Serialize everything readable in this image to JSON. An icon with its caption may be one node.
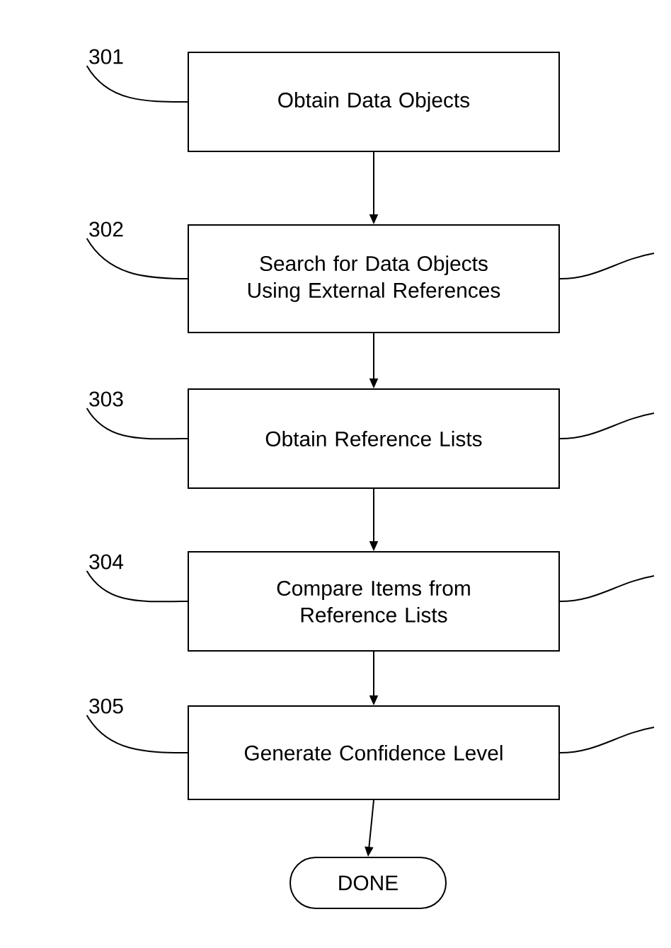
{
  "diagram": {
    "nodes": [
      {
        "text": [
          "301"
        ]
      },
      {
        "text": [
          "Obtain Data Objects"
        ]
      },
      {
        "text": [
          "302"
        ]
      },
      {
        "text": [
          "Search for Data Objects Using External References"
        ]
      },
      {
        "text": [
          "303"
        ]
      },
      {
        "text": [
          "Obtain Reference Lists"
        ]
      },
      {
        "text": [
          "304"
        ]
      },
      {
        "text": [
          "Compare Items from Reference Lists"
        ]
      },
      {
        "text": [
          "305"
        ]
      },
      {
        "text": [
          "Generate Confidence Level"
        ]
      },
      {
        "text": [
          "DONE"
        ]
      }
    ],
    "edges": [
      {
        "from": 1,
        "to": 3,
        "arrow": "to"
      },
      {
        "from": 3,
        "to": 5,
        "arrow": "to"
      },
      {
        "from": 5,
        "to": 7,
        "arrow": "to"
      },
      {
        "from": 7,
        "to": 9,
        "arrow": "to"
      },
      {
        "from": 9,
        "to": 10,
        "arrow": "to"
      },
      {
        "from": 0,
        "to": 1,
        "arrow": "none"
      },
      {
        "from": 2,
        "to": 3,
        "arrow": "none"
      },
      {
        "from": 4,
        "to": 5,
        "arrow": "none"
      },
      {
        "from": 6,
        "to": 7,
        "arrow": "none"
      },
      {
        "from": 8,
        "to": 9,
        "arrow": "none"
      },
      {
        "from": 3,
        "to": null,
        "arrow": "none"
      },
      {
        "from": 5,
        "to": null,
        "arrow": "none"
      },
      {
        "from": 7,
        "to": null,
        "arrow": "none"
      },
      {
        "from": 9,
        "to": null,
        "arrow": "none"
      }
    ]
  }
}
